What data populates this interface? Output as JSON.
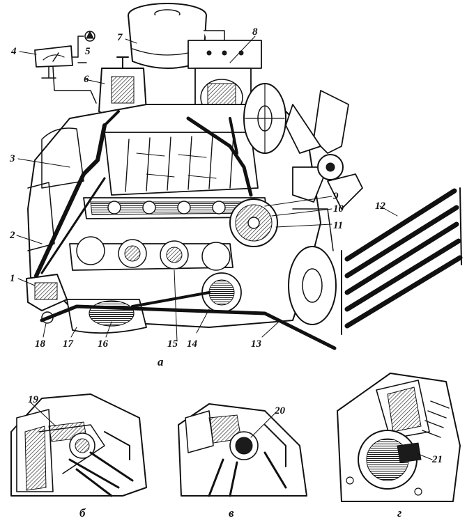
{
  "callouts": {
    "c1": "1",
    "c2": "2",
    "c3": "3",
    "c4": "4",
    "c5": "5",
    "c6": "6",
    "c7": "7",
    "c8": "8",
    "c9": "9",
    "c10": "10",
    "c11": "11",
    "c12": "12",
    "c13": "13",
    "c14": "14",
    "c15": "15",
    "c16": "16",
    "c17": "17",
    "c18": "18",
    "c19": "19",
    "c20": "20",
    "c21": "21"
  },
  "captions": {
    "a": "а",
    "b": "б",
    "v": "в",
    "g": "г"
  }
}
